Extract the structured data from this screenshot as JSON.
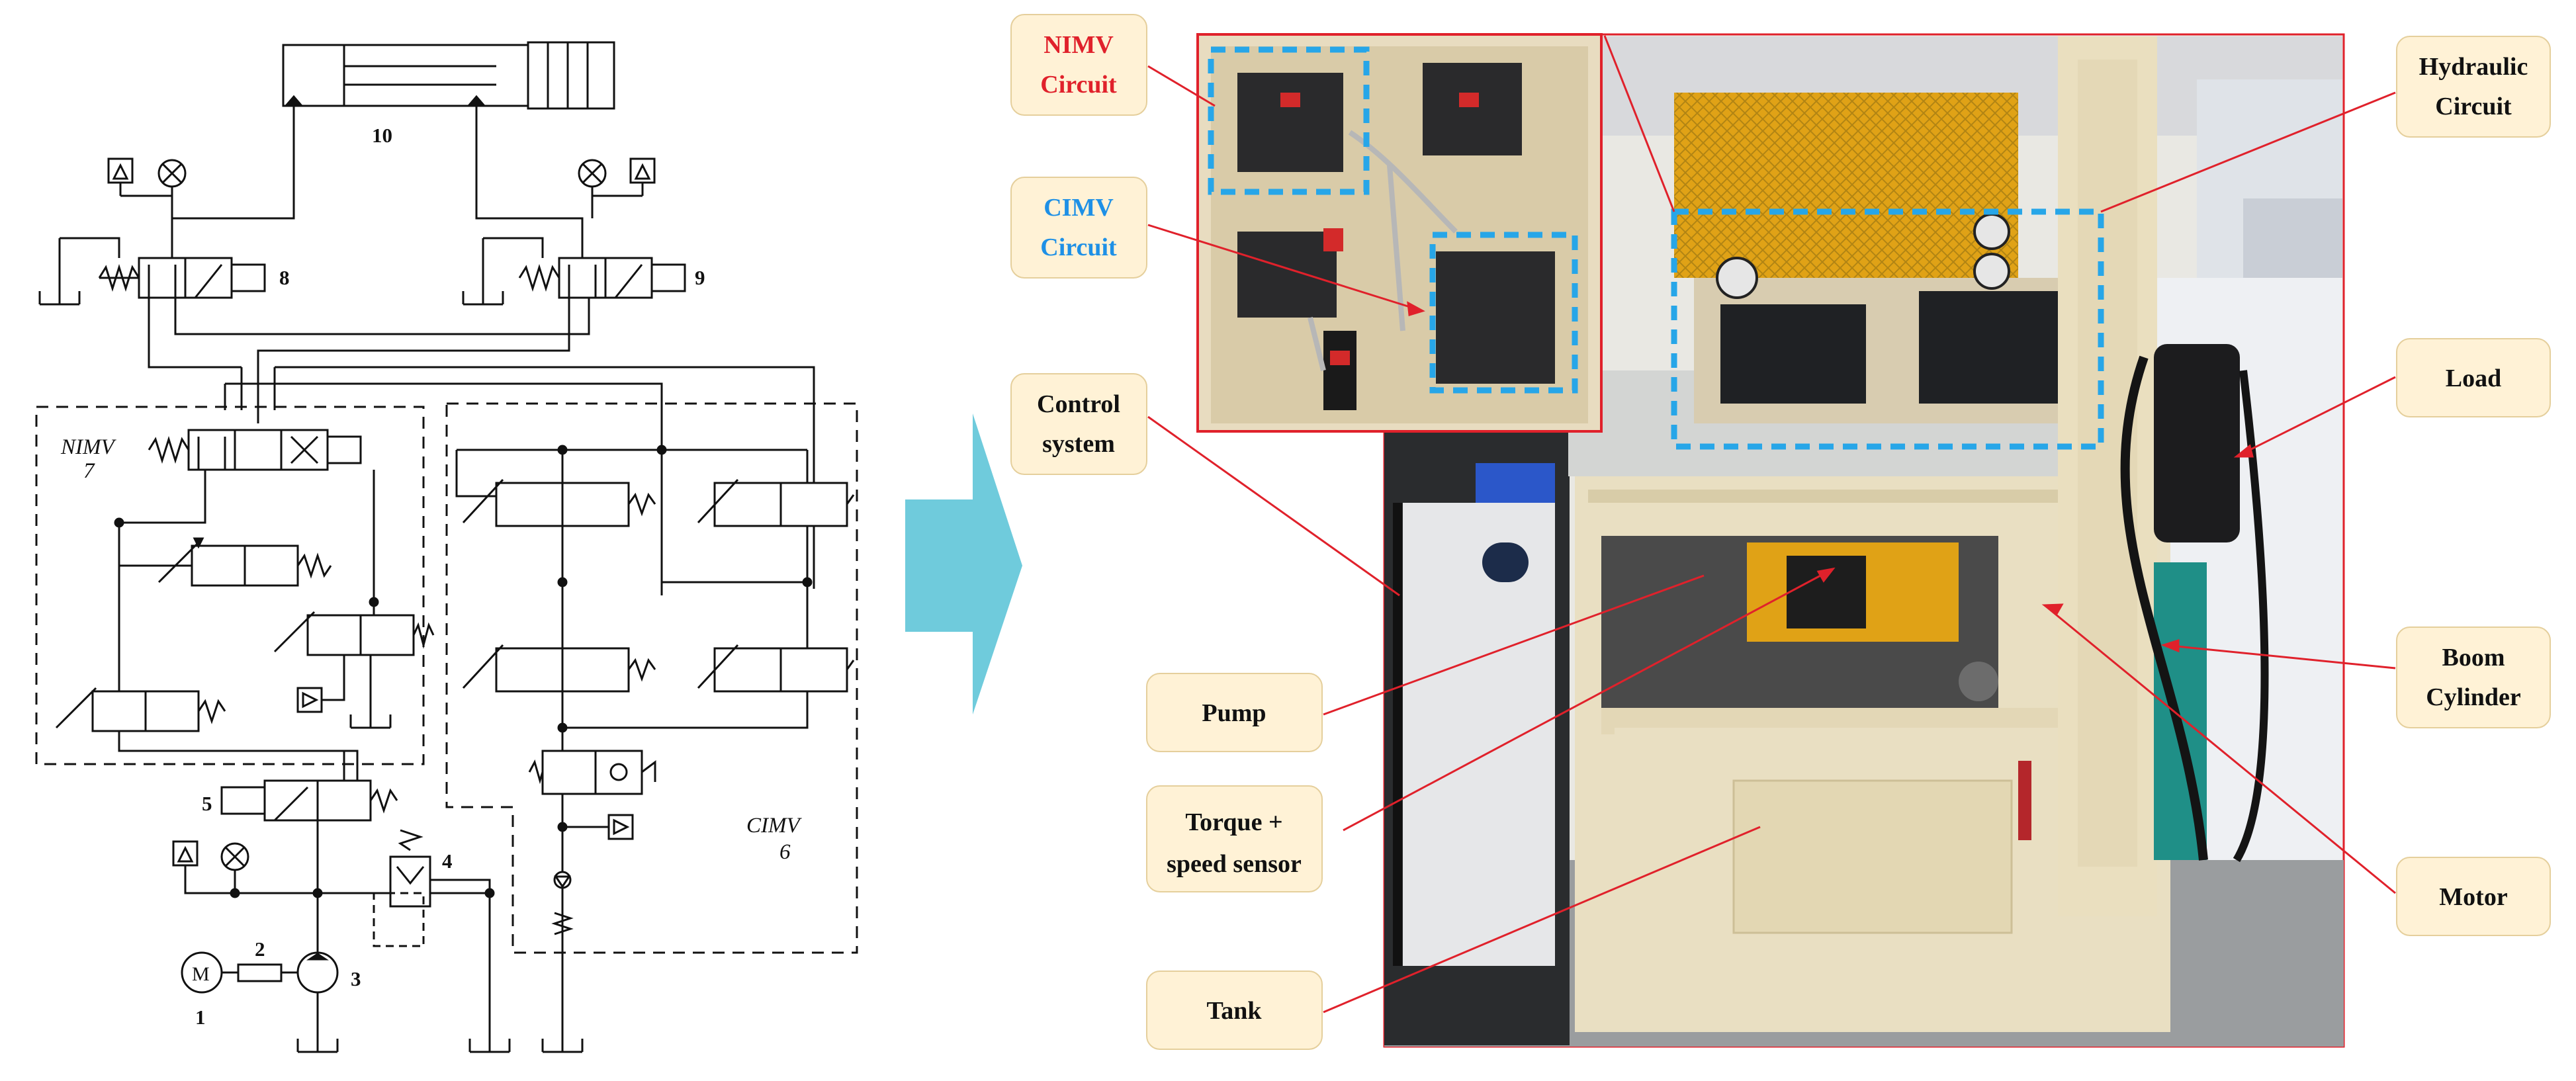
{
  "schematic": {
    "component_numbers": [
      "1",
      "2",
      "3",
      "4",
      "5",
      "8",
      "9",
      "10"
    ],
    "nimv_label": "NIMV",
    "nimv_number": "7",
    "cimv_label": "CIMV",
    "cimv_number": "6",
    "motor_symbol": "M"
  },
  "callouts": {
    "nimv_circuit": [
      "NIMV",
      "Circuit"
    ],
    "cimv_circuit": [
      "CIMV",
      "Circuit"
    ],
    "control_system": [
      "Control",
      "system"
    ],
    "pump": "Pump",
    "torque_sensor": [
      "Torque +",
      "speed sensor"
    ],
    "tank": "Tank",
    "hydraulic_circuit": [
      "Hydraulic",
      "Circuit"
    ],
    "load": "Load",
    "boom_cylinder": [
      "Boom",
      "Cylinder"
    ],
    "motor": "Motor"
  },
  "colors": {
    "nimv_text": "#e0212b",
    "cimv_text": "#1e90e6",
    "leader_line": "#e0212b",
    "highlight_dash": "#27a6e8",
    "arrow": "#6fcbdc",
    "callout_fill": "#fff2d6"
  }
}
